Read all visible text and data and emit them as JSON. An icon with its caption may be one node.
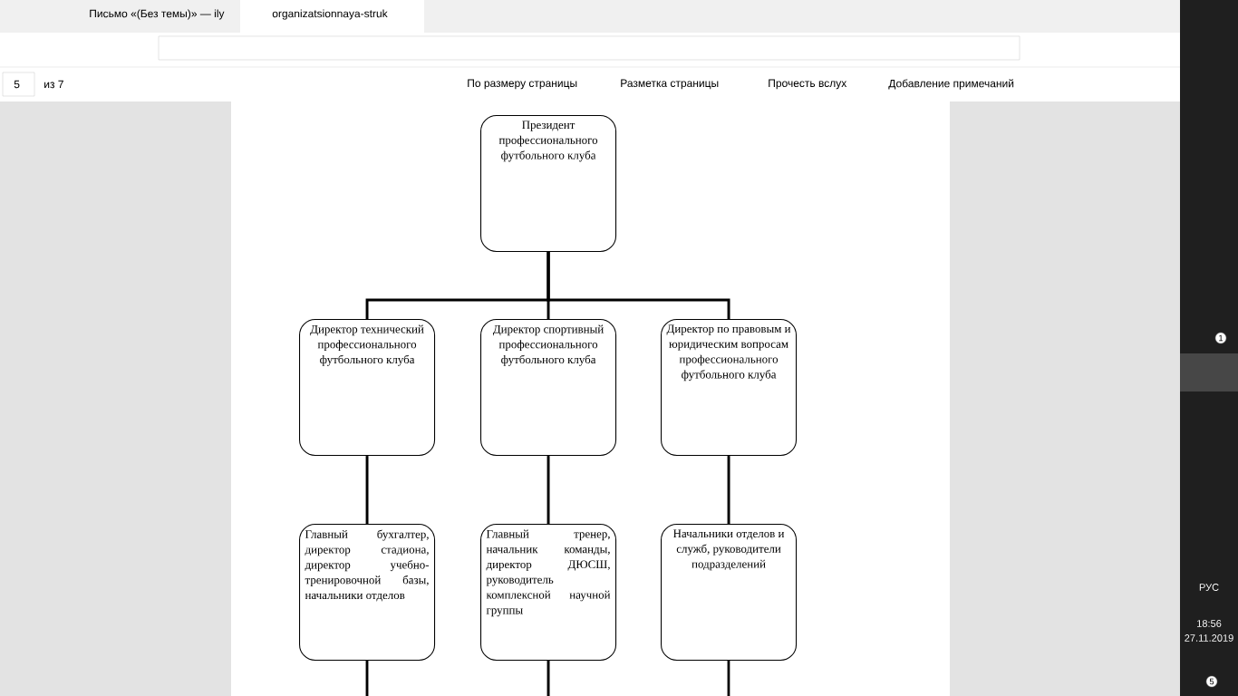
{
  "diagram": {
    "nodes": [
      {
        "text": [
          "Президент профессионального футбольного клуба"
        ]
      },
      {
        "text": [
          "Директор технический профессионального футбольного клуба"
        ]
      },
      {
        "text": [
          "Директор спортивный профессионального футбольного клуба"
        ]
      },
      {
        "text": [
          "Директор по правовым и юридическим вопросам профессионального футбольного клуба"
        ]
      },
      {
        "text": [
          "Главный бухгалтер, директор стадиона, директор учебно-тренировочной базы, начальники отделов"
        ]
      },
      {
        "text": [
          "Главный тренер, начальник команды, директор ДЮСШ, руководитель комплексной научной группы"
        ]
      },
      {
        "text": [
          "Начальники отделов и служб, руководители подразделений"
        ]
      }
    ],
    "edges": [
      {
        "from": 0,
        "to": 1,
        "arrow": "none"
      },
      {
        "from": 0,
        "to": 2,
        "arrow": "none"
      },
      {
        "from": 0,
        "to": 3,
        "arrow": "none"
      },
      {
        "from": 1,
        "to": 4,
        "arrow": "none"
      },
      {
        "from": 2,
        "to": 5,
        "arrow": "none"
      },
      {
        "from": 3,
        "to": 6,
        "arrow": "none"
      },
      {
        "from": 4,
        "to": null,
        "arrow": "none"
      },
      {
        "from": 5,
        "to": null,
        "arrow": "none"
      },
      {
        "from": 6,
        "to": null,
        "arrow": "none"
      }
    ],
    "labels": [
      "Письмо «(Без темы)» — ily",
      "organizatsionnaya-struk",
      "5",
      "из 7",
      "По размеру страницы",
      "Разметка страницы",
      "Прочесть вслух",
      "Добавление примечаний",
      "1",
      "РУС",
      "18:56",
      "27.11.2019",
      "5"
    ]
  }
}
